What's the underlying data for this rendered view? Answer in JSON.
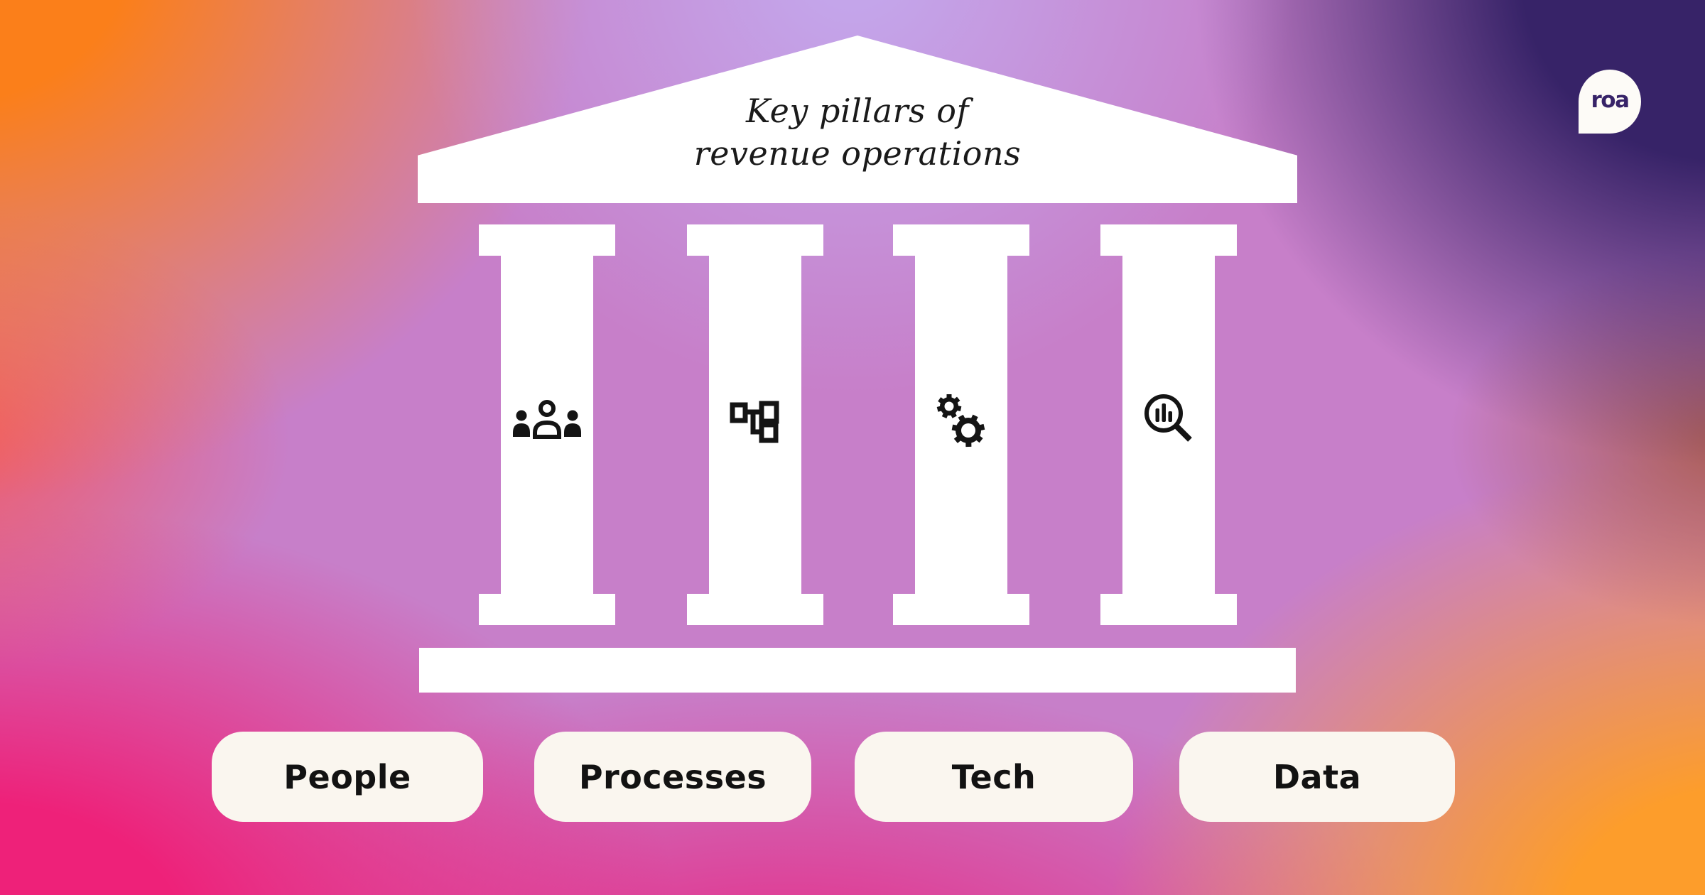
{
  "title": {
    "line1": "Key pillars of",
    "line2": "revenue operations"
  },
  "pillars": [
    {
      "name": "people",
      "icon": "people-icon",
      "label": "People"
    },
    {
      "name": "processes",
      "icon": "flowchart-icon",
      "label": "Processes"
    },
    {
      "name": "tech",
      "icon": "gears-icon",
      "label": "Tech"
    },
    {
      "name": "data",
      "icon": "chart-magnifier-icon",
      "label": "Data"
    }
  ],
  "logo": {
    "text": "roa"
  },
  "colors": {
    "structure_white": "#ffffff",
    "pill_background": "#faf6ef",
    "icon_black": "#141414",
    "title_text": "#1a1a1a",
    "label_text": "#121212",
    "logo_background": "#fdfbf7",
    "logo_text": "#372368",
    "gradient": {
      "top_left_orange": "#fb7f1a",
      "top_center_lavender": "#c4a5ea",
      "top_right_indigo": "#372368",
      "right_mid_brown": "#a85a48",
      "bottom_right_orange": "#fd9d2b",
      "bottom_left_magenta": "#ee2179",
      "left_mid_coral": "#f4575e",
      "center_mauve": "#c77fc9"
    }
  }
}
